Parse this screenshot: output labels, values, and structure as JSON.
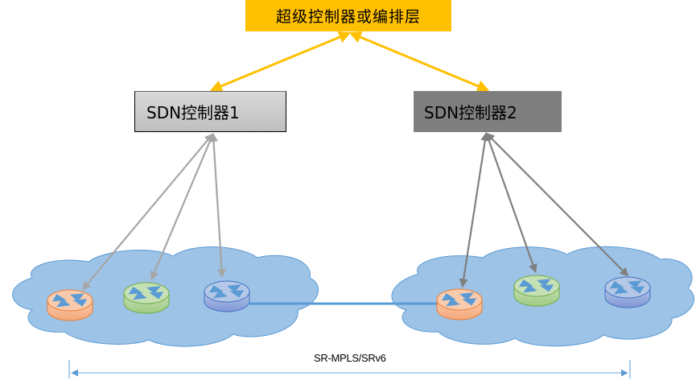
{
  "diagram": {
    "top_node": {
      "label": "超级控制器或编排层",
      "color": "#ffc000"
    },
    "controllers": [
      {
        "label": "SDN控制器1",
        "color": "#bfbfbf"
      },
      {
        "label": "SDN控制器2",
        "color": "#7f7f7f"
      }
    ],
    "domains": [
      {
        "name": "domain-1",
        "routers": [
          "orange",
          "green",
          "blue"
        ]
      },
      {
        "name": "domain-2",
        "routers": [
          "orange",
          "green",
          "blue"
        ]
      }
    ],
    "inter_domain_link": "blue-router-domain1 to orange-router-domain2",
    "span_label": "SR-MPLS/SRv6",
    "colors": {
      "orchestration_arrows": "#ffc000",
      "controller1_arrows": "#a6a6a6",
      "controller2_arrows": "#7f7f7f",
      "cloud_fill": "#9dc3e6",
      "cloud_stroke": "#5b9bd5",
      "router_orange": "#f4b183",
      "router_green": "#a9d18e",
      "router_blue": "#8faadc",
      "link": "#5b9bd5"
    }
  }
}
